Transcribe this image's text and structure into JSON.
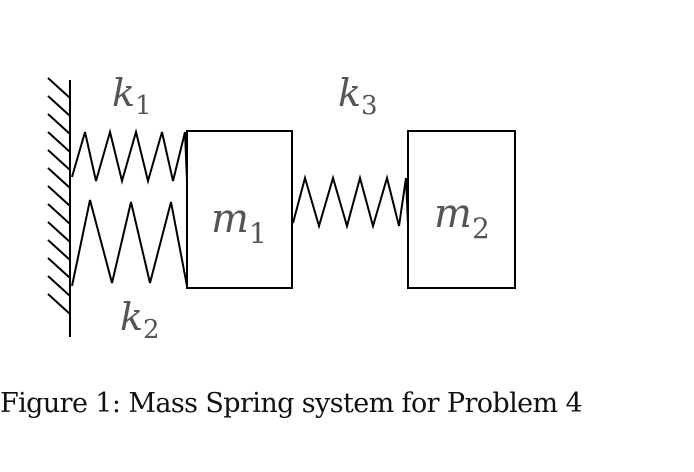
{
  "labels": {
    "k1": {
      "main": "k",
      "sub": "1"
    },
    "k2": {
      "main": "k",
      "sub": "2"
    },
    "k3": {
      "main": "k",
      "sub": "3"
    },
    "m1": {
      "main": "m",
      "sub": "1"
    },
    "m2": {
      "main": "m",
      "sub": "2"
    }
  },
  "caption": "Figure 1: Mass Spring system for Problem 4",
  "colors": {
    "stroke": "#000000",
    "label": "#555555",
    "caption": "#111111"
  }
}
